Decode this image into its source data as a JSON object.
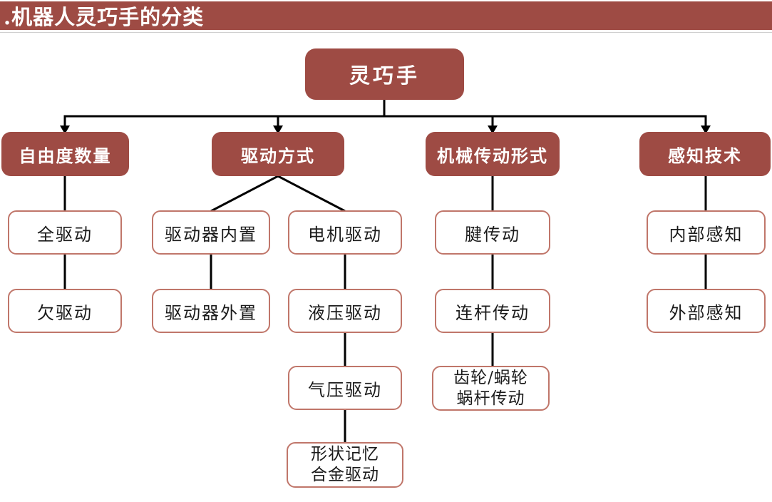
{
  "header": {
    "title": ".机器人灵巧手的分类"
  },
  "colors": {
    "primary": "#9E4B44",
    "leaf_border": "#C0766A",
    "leaf_text": "#1A1A1A",
    "connector": "#000000",
    "text_on_primary": "#FFFFFF"
  },
  "nodes": {
    "root": "灵巧手",
    "dof": "自由度数量",
    "dof_full": "全驱动",
    "dof_under": "欠驱动",
    "drive": "驱动方式",
    "drive_internal": "驱动器内置",
    "drive_external": "驱动器外置",
    "drive_motor": "电机驱动",
    "drive_hydraulic": "液压驱动",
    "drive_pneumatic": "气压驱动",
    "drive_sma": "形状记忆\n合金驱动",
    "trans": "机械传动形式",
    "trans_tendon": "腱传动",
    "trans_linkage": "连杆传动",
    "trans_gear": "齿轮/蜗轮\n蜗杆传动",
    "sense": "感知技术",
    "sense_internal": "内部感知",
    "sense_external": "外部感知"
  },
  "edges": [
    [
      "root",
      "dof"
    ],
    [
      "root",
      "drive"
    ],
    [
      "root",
      "trans"
    ],
    [
      "root",
      "sense"
    ],
    [
      "dof",
      "dof_full"
    ],
    [
      "dof_full",
      "dof_under"
    ],
    [
      "drive",
      "drive_internal"
    ],
    [
      "drive_internal",
      "drive_external"
    ],
    [
      "drive",
      "drive_motor"
    ],
    [
      "drive_motor",
      "drive_hydraulic"
    ],
    [
      "drive_hydraulic",
      "drive_pneumatic"
    ],
    [
      "drive_pneumatic",
      "drive_sma"
    ],
    [
      "trans",
      "trans_tendon"
    ],
    [
      "trans_tendon",
      "trans_linkage"
    ],
    [
      "trans_linkage",
      "trans_gear"
    ],
    [
      "sense",
      "sense_internal"
    ],
    [
      "sense_internal",
      "sense_external"
    ]
  ]
}
